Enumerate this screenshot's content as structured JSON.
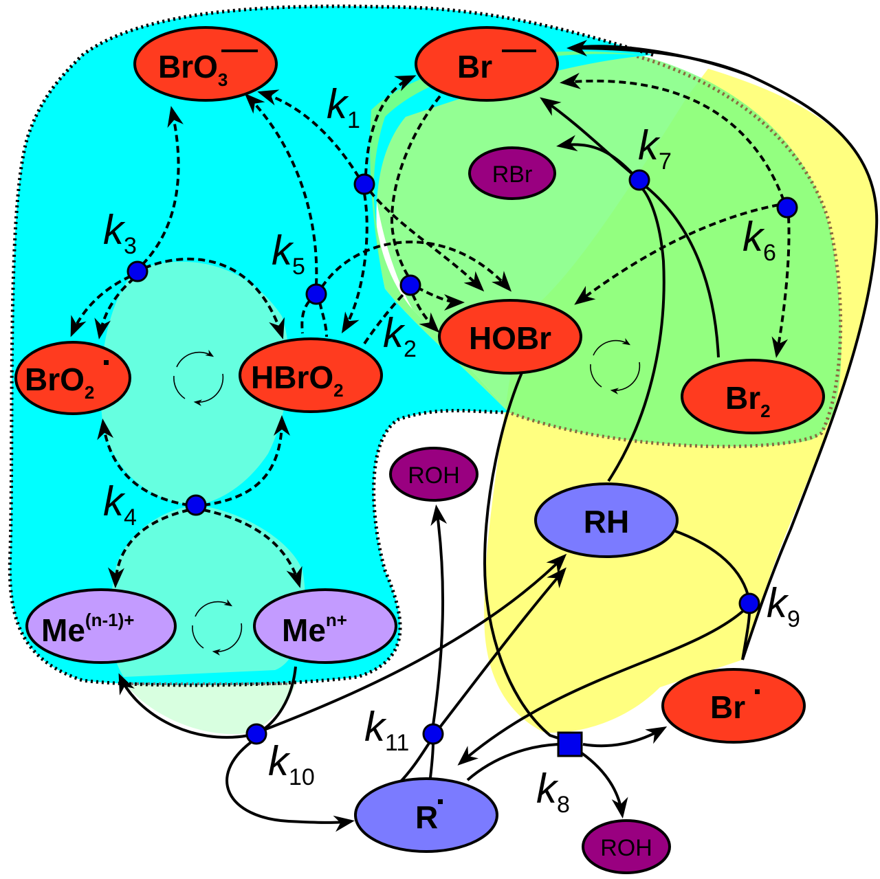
{
  "colors": {
    "product_red": "#ff3b1f",
    "organic_blue": "#7b7bff",
    "metal_lavender": "#c39bff",
    "side_purple": "#990080",
    "node_blue": "#0000ee",
    "region_cyan": "#00ffff",
    "region_green": "#80ff80",
    "region_yellow": "#ffff80",
    "region_aqua": "#66ffe0",
    "region_mint": "#d8ffe0"
  },
  "species": {
    "bro3": "BrO",
    "bro3_sub": "3",
    "br_minus": "Br",
    "rbr": "RBr",
    "bro2": "BrO",
    "bro2_sub": "2",
    "hbro2": "HBrO",
    "hbro2_sub": "2",
    "hobr": "HOBr",
    "br2": "Br",
    "br2_sub": "2",
    "roh_top": "ROH",
    "rh": "RH",
    "me_red": "Me",
    "me_red_sup": "(n-1)+",
    "me_ox": "Me",
    "me_ox_sup": "n+",
    "br_rad": "Br",
    "r_rad": "R",
    "roh_bottom": "ROH"
  },
  "rates": {
    "k1": {
      "letter": "k",
      "sub": "1"
    },
    "k2": {
      "letter": "k",
      "sub": "2"
    },
    "k3": {
      "letter": "k",
      "sub": "3"
    },
    "k4": {
      "letter": "k",
      "sub": "4"
    },
    "k5": {
      "letter": "k",
      "sub": "5"
    },
    "k6": {
      "letter": "k",
      "sub": "6"
    },
    "k7": {
      "letter": "k",
      "sub": "7"
    },
    "k8": {
      "letter": "k",
      "sub": "8"
    },
    "k9": {
      "letter": "k",
      "sub": "9"
    },
    "k10": {
      "letter": "k",
      "sub": "10"
    },
    "k11": {
      "letter": "k",
      "sub": "11"
    }
  },
  "icons": {
    "cycle_left": "clockwise-cycle-icon",
    "cycle_right": "clockwise-cycle-icon",
    "cycle_metal": "clockwise-cycle-icon"
  }
}
